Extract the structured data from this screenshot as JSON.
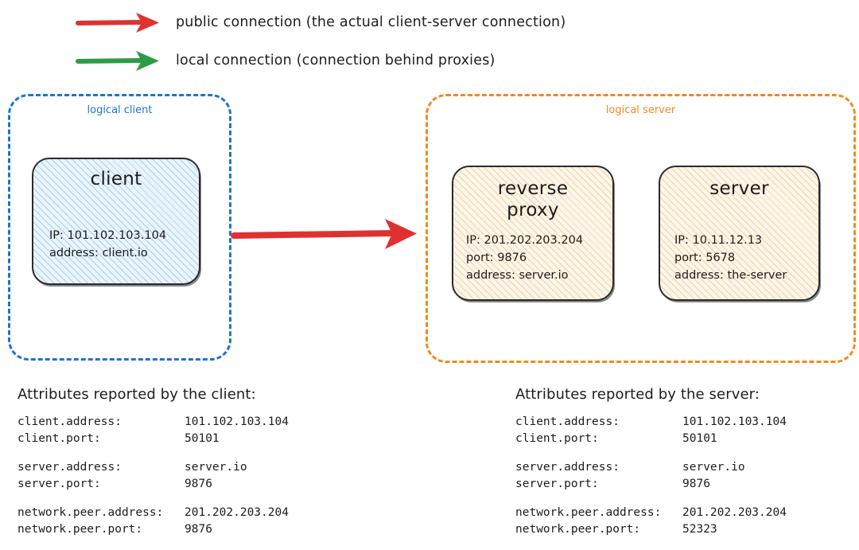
{
  "legend": {
    "items": [
      {
        "icon": "arrow-right-icon",
        "color": "#e03131",
        "label": "public connection (the actual client-server connection)"
      },
      {
        "icon": "arrow-right-icon",
        "color": "#2e9b46",
        "label": "local connection (connection behind proxies)"
      }
    ]
  },
  "groups": {
    "client": {
      "label": "logical client",
      "color": "#1b75d0"
    },
    "server": {
      "label": "logical server",
      "color": "#f08a1d"
    }
  },
  "nodes": {
    "client": {
      "title": "client",
      "details": "IP: 101.102.103.104\naddress: client.io",
      "fill": "#eaf4fc"
    },
    "reverse_proxy": {
      "title": "reverse\nproxy",
      "details": "IP: 201.202.203.204\nport: 9876\naddress: server.io",
      "fill": "#fdf6ea"
    },
    "server": {
      "title": "server",
      "details": "IP: 10.11.12.13\nport: 5678\naddress: the-server",
      "fill": "#fdf6ea"
    }
  },
  "main_arrow": {
    "color": "#e03131",
    "from": "client",
    "to": "reverse proxy"
  },
  "attributes": {
    "client_panel": {
      "heading": "Attributes reported by the client:",
      "groups": [
        [
          {
            "key": "client.address:",
            "value": "101.102.103.104"
          },
          {
            "key": "client.port:",
            "value": "50101"
          }
        ],
        [
          {
            "key": "server.address:",
            "value": "server.io"
          },
          {
            "key": "server.port:",
            "value": "9876"
          }
        ],
        [
          {
            "key": "network.peer.address:",
            "value": "201.202.203.204"
          },
          {
            "key": "network.peer.port:",
            "value": "9876"
          }
        ]
      ]
    },
    "server_panel": {
      "heading": "Attributes reported by the server:",
      "groups": [
        [
          {
            "key": "client.address:",
            "value": "101.102.103.104"
          },
          {
            "key": "client.port:",
            "value": "50101"
          }
        ],
        [
          {
            "key": "server.address:",
            "value": "server.io"
          },
          {
            "key": "server.port:",
            "value": "9876"
          }
        ],
        [
          {
            "key": "network.peer.address:",
            "value": "201.202.203.204"
          },
          {
            "key": "network.peer.port:",
            "value": "52323"
          }
        ]
      ]
    }
  }
}
